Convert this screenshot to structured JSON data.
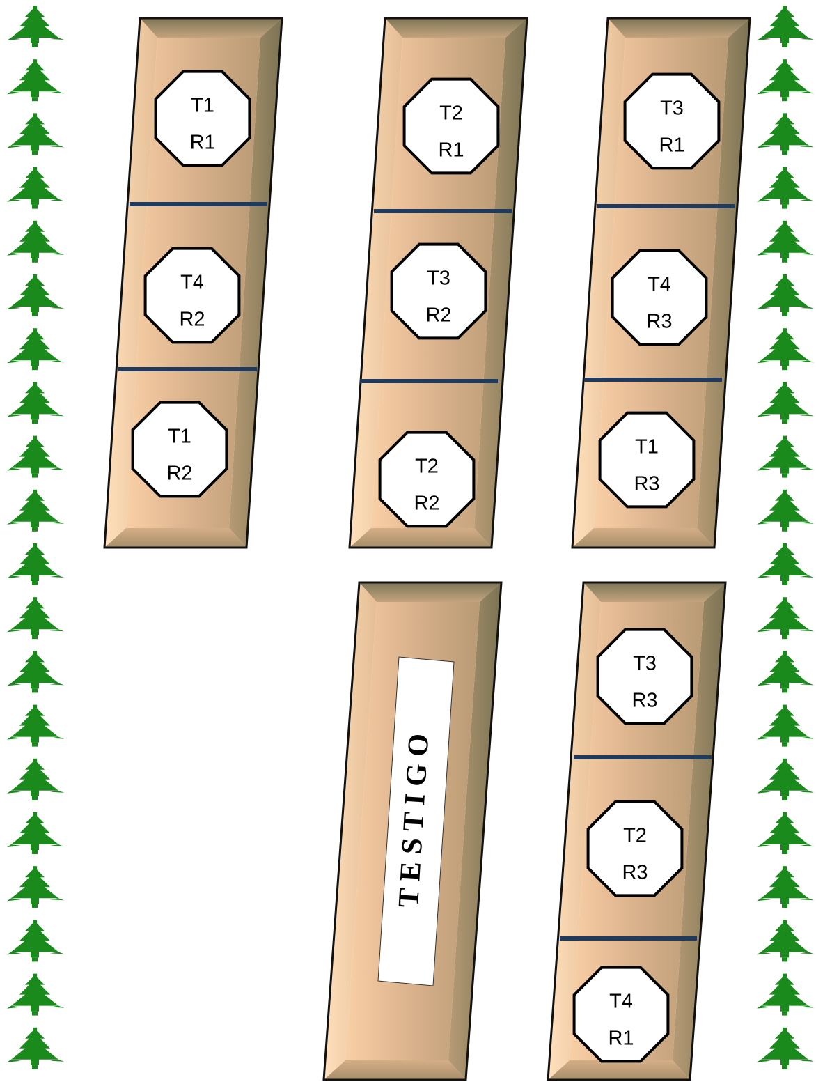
{
  "colors": {
    "bed_light": "#f7caa0",
    "bed_mid": "#d9b28d",
    "bed_dark": "#8e8563",
    "divider": "#1f3a5c",
    "tree": "#1b8a1d",
    "outline": "#111111"
  },
  "border": {
    "icon": "pine-tree-icon"
  },
  "beds": [
    {
      "id": "bed-1",
      "plots": [
        {
          "treatment": "T1",
          "replicate": "R1"
        },
        {
          "treatment": "T4",
          "replicate": "R2"
        },
        {
          "treatment": "T1",
          "replicate": "R2"
        }
      ]
    },
    {
      "id": "bed-2",
      "plots": [
        {
          "treatment": "T2",
          "replicate": "R1"
        },
        {
          "treatment": "T3",
          "replicate": "R2"
        },
        {
          "treatment": "T2",
          "replicate": "R2"
        }
      ]
    },
    {
      "id": "bed-3",
      "plots": [
        {
          "treatment": "T3",
          "replicate": "R1"
        },
        {
          "treatment": "T4",
          "replicate": "R3"
        },
        {
          "treatment": "T1",
          "replicate": "R3"
        }
      ]
    },
    {
      "id": "bed-testigo",
      "control_label": "T E S T I G O"
    },
    {
      "id": "bed-5",
      "plots": [
        {
          "treatment": "T3",
          "replicate": "R3"
        },
        {
          "treatment": "T2",
          "replicate": "R3"
        },
        {
          "treatment": "T4",
          "replicate": "R1"
        }
      ]
    }
  ]
}
